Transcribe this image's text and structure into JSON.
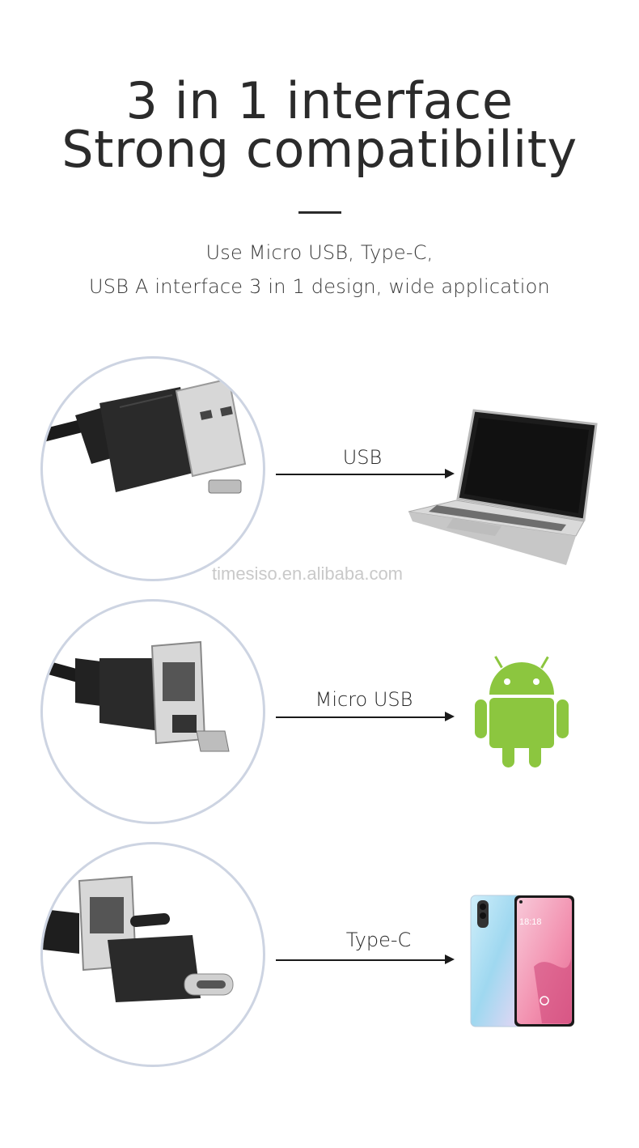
{
  "header": {
    "title_line1": "3 in 1 interface",
    "title_line2": "Strong compatibility",
    "subtitle_line1": "Use Micro USB, Type-C,",
    "subtitle_line2": "USB A interface 3 in 1 design, wide application"
  },
  "rows": [
    {
      "label": "USB",
      "connector_icon": "usb-a-connector-icon",
      "device_icon": "laptop-icon"
    },
    {
      "label": "Micro USB",
      "connector_icon": "micro-usb-connector-icon",
      "device_icon": "android-robot-icon"
    },
    {
      "label": "Type-C",
      "connector_icon": "type-c-connector-icon",
      "device_icon": "smartphone-icon"
    }
  ],
  "screen": {
    "phone_time": "18:18"
  },
  "watermark": "timesiso.en.alibaba.com",
  "colors": {
    "circle_border": "#cdd4e2",
    "android_green": "#8cc63f",
    "text": "#262626"
  }
}
